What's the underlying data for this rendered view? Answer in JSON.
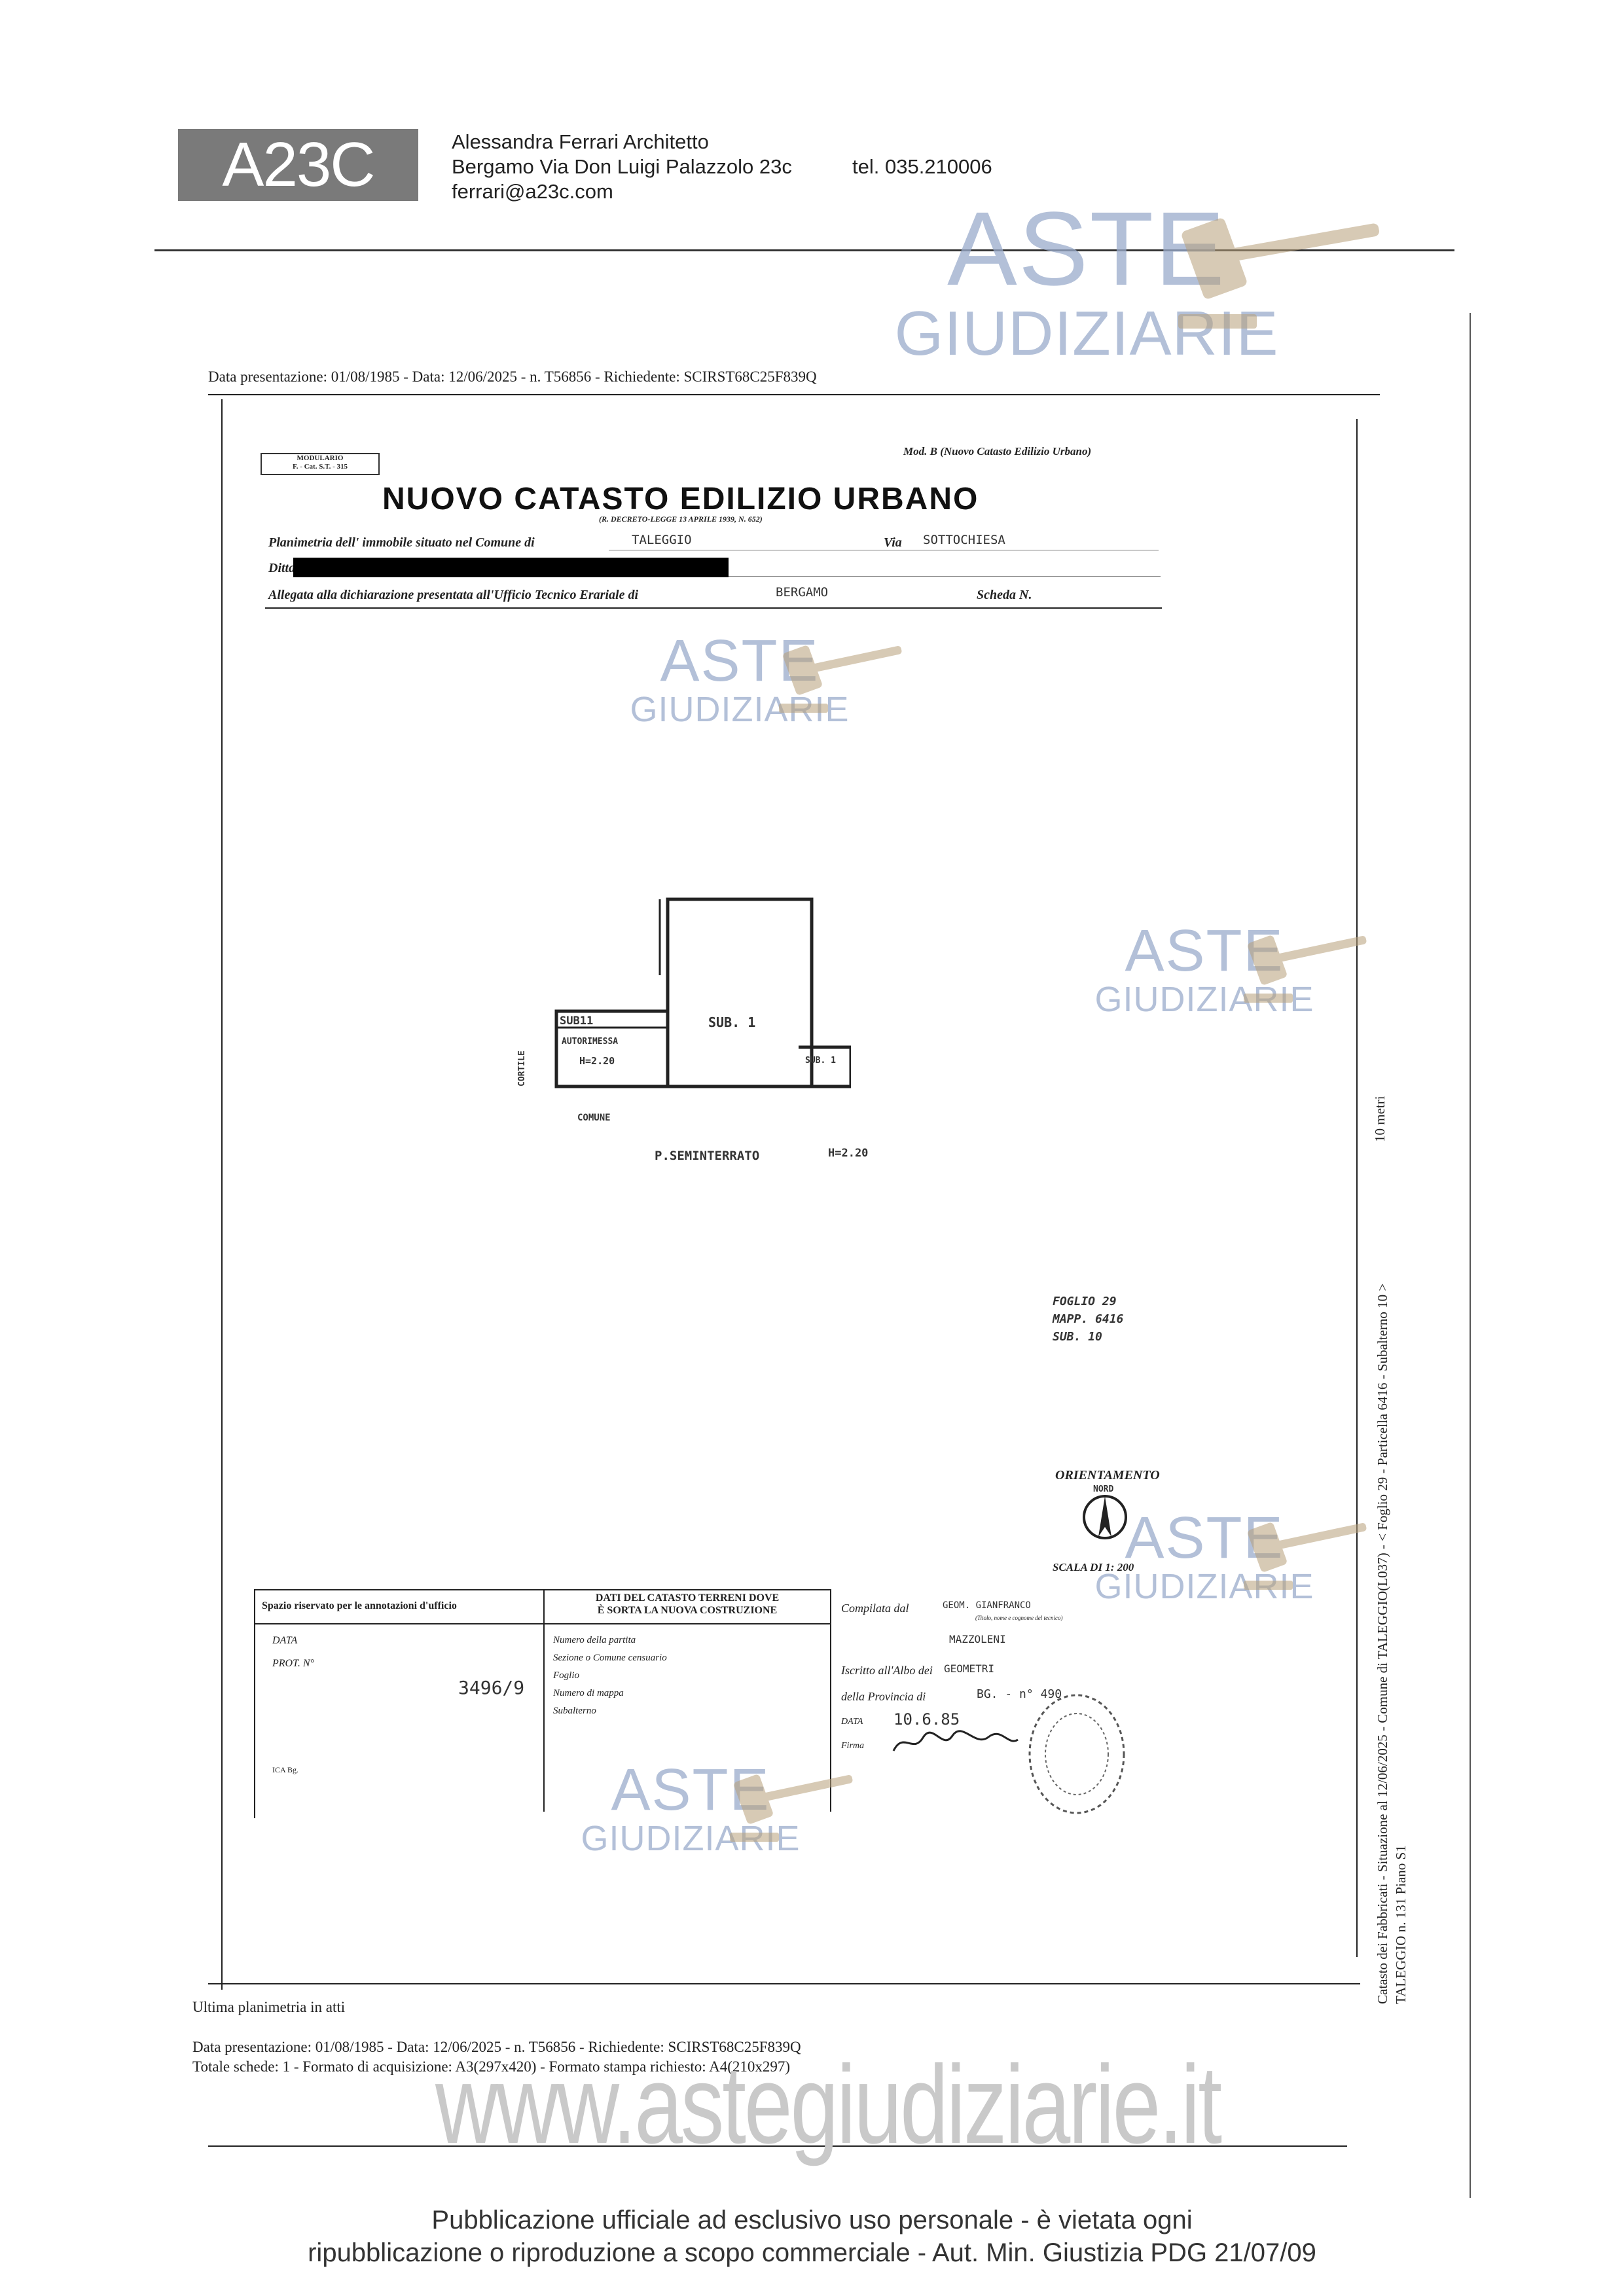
{
  "header": {
    "logo_text": "A23C",
    "line1": "Alessandra Ferrari Architetto",
    "line2": "Bergamo Via Don Luigi Palazzolo 23c",
    "phone": "tel. 035.210006",
    "email": "ferrari@a23c.com"
  },
  "watermark": {
    "aste": "ASTE",
    "giudiziarie": "GIUDIZIARIE"
  },
  "doc": {
    "presentazione_top": "Data presentazione: 01/08/1985 - Data: 12/06/2025 - n. T56856 - Richiedente: SCIRST68C25F839Q",
    "modulario": "MODULARIO",
    "modulario_code": "F. - Cat. S.T. - 315",
    "mod_b": "Mod. B (Nuovo Catasto Edilizio Urbano)",
    "title": "NUOVO CATASTO EDILIZIO URBANO",
    "decree": "(R. DECRETO-LEGGE 13 APRILE 1939, N. 652)",
    "planimetria_label": "Planimetria dell' immobile situato nel Comune di",
    "comune_value": "TALEGGIO",
    "via_label": "Via",
    "via_value": "SOTTOCHIESA",
    "ditta_label": "Ditta",
    "allegata_label": "Allegata alla dichiarazione presentata all'Ufficio Tecnico Erariale di",
    "ufficio_value": "BERGAMO",
    "scheda_label": "Scheda N."
  },
  "plan": {
    "sub11": "SUB11",
    "autorimessa": "AUTORIMESSA",
    "h1": "H=2.20",
    "sub1_main": "SUB. 1",
    "sub1_small": "SUB. 1",
    "cortile": "CORTILE",
    "comune": "COMUNE",
    "piano": "P.SEMINTERRATO",
    "piano_h": "H=2.20"
  },
  "ref": {
    "foglio": "FOGLIO 29",
    "mapp": "MAPP. 6416",
    "sub": "SUB. 10"
  },
  "orient": {
    "label": "ORIENTAMENTO",
    "nord": "NORD",
    "scala": "SCALA DI 1: 200"
  },
  "box": {
    "col1_title": "Spazio riservato per le annotazioni d'ufficio",
    "data_label": "DATA",
    "prot_label": "PROT. N°",
    "prot_value": "3496/9",
    "ica": "ICA Bg.",
    "col2_title_1": "DATI DEL CATASTO TERRENI DOVE",
    "col2_title_2": "È SORTA LA NUOVA COSTRUZIONE",
    "r1": "Numero della partita",
    "r2": "Sezione o Comune censuario",
    "r3": "Foglio",
    "r4": "Numero di mappa",
    "r5": "Subalterno",
    "compilata_label": "Compilata dal",
    "compilata_value": "GEOM. GIANFRANCO",
    "compilata_note": "(Titolo, nome e cognome del tecnico)",
    "name": "MAZZOLENI",
    "iscritto_label": "Iscritto all'Albo dei",
    "iscritto_value": "GEOMETRI",
    "provincia_label": "della Provincia di",
    "provincia_value": "BG. - n° 490",
    "data2_label": "DATA",
    "data2_value": "10.6.85",
    "firma_label": "Firma"
  },
  "bottom": {
    "ultima": "Ultima planimetria in atti",
    "presentazione_bottom": "Data presentazione: 01/08/1985 - Data: 12/06/2025 - n. T56856 - Richiedente: SCIRST68C25F839Q",
    "totale": "Totale schede: 1 - Formato di acquisizione: A3(297x420) - Formato stampa richiesto: A4(210x297)"
  },
  "side": {
    "metri": "10 metri",
    "catasto": "Catasto dei Fabbricati - Situazione al 12/06/2025 - Comune di TALEGGIO(L037) - < Foglio 29 - Particella 6416 - Subalterno 10 >",
    "indirizzo": "TALEGGIO n. 131 Piano S1"
  },
  "url_watermark": "www.astegiudiziarie.it",
  "footer": {
    "line1": "Pubblicazione ufficiale ad esclusivo uso personale - è vietata ogni",
    "line2": "ripubblicazione o riproduzione a scopo commerciale - Aut. Min. Giustizia PDG 21/07/09"
  },
  "colors": {
    "watermark": "#9aaccc",
    "logo_bg": "#7a7a7a",
    "gavel": "#b8a07a"
  }
}
